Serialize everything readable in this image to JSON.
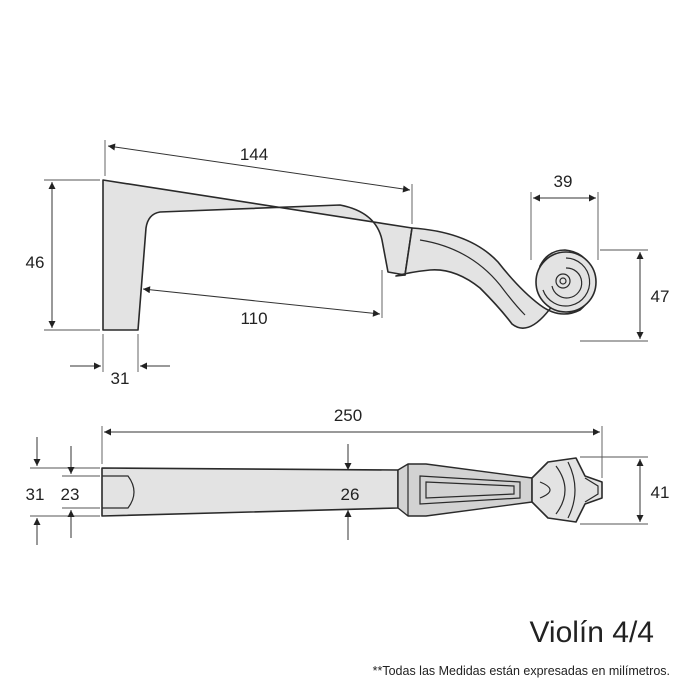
{
  "title": "Violín 4/4",
  "footnote": "**Todas las Medidas están expresadas en milímetros.",
  "side_view": {
    "overall_length": "144",
    "inner_length": "110",
    "height": "46",
    "heel_width": "31",
    "scroll_width": "39",
    "scroll_height": "47"
  },
  "top_view": {
    "total_length": "250",
    "heel_outer_width": "31",
    "heel_inner_width": "23",
    "neck_width": "26",
    "scroll_width": "41"
  }
}
